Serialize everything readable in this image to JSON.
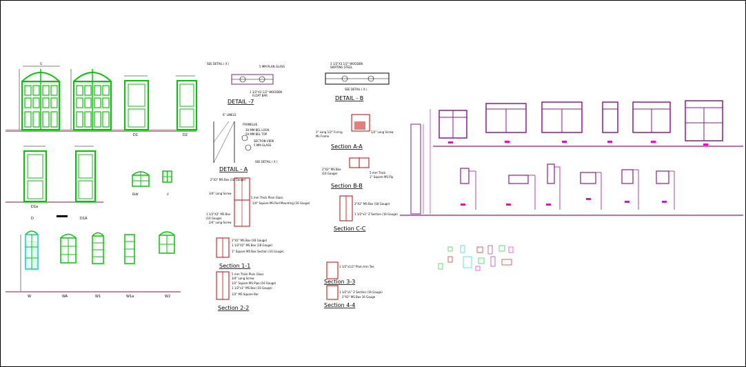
{
  "colors": {
    "frame": "#000000",
    "door_green": "#00c800",
    "window_cyan": "#00d0d0",
    "wall": "#8a1a8a",
    "section_red": "#c00000",
    "marker": "#ff00cc",
    "ground": "#7a1a2a"
  },
  "doors": {
    "top_width_dim": "G",
    "labels": [
      "D1",
      "D2",
      "D1a"
    ],
    "under_d1a": [
      "D",
      "D1A"
    ]
  },
  "small_windows": {
    "labels": [
      "BLW",
      "V"
    ]
  },
  "windows": {
    "labels": [
      "W",
      "WA",
      "W1",
      "W1a",
      "W2"
    ]
  },
  "details": {
    "detail_x_label": "SEE DETAIL ( X )",
    "detail_x_glass": "5 MM PLAN GLASS",
    "detail_x_dim": "1 1/2\"X3 1/2\" WOODEN",
    "detail_x_sub": "FLOAT BAR",
    "detail7_title": "DETAIL -7",
    "detailA_title": "DETAIL - A",
    "detailA_sub": "SEE DETAIL ( X )",
    "detailA_top": "6\" LINELS",
    "detailA_notes": [
      "FRAMELUE",
      "30 MM BEL LOOK",
      "50 MM BEL TOP",
      "SECTION VIEW",
      "5 MM GLASS"
    ],
    "detailB_title": "DETAIL - B",
    "detailB_top": "3 1/2\"X3 1/2\" WOODEN",
    "detailB_sub": "SKIRTING STEEL",
    "detailB_label": "SEE DETAIL ( X )"
  },
  "sections": {
    "sAA": {
      "title": "Section A-A",
      "notes": [
        "3\" Long 1/2\" Furing",
        "Ms Frame",
        "1/2\" Long Screw"
      ]
    },
    "sBB": {
      "title": "Section B-B",
      "notes": [
        "2\"X2\" MS Box",
        "(16 Gauge)",
        "5 mm Thick",
        "1\" Square MS Pip"
      ]
    },
    "sCC": {
      "title": "Section C-C",
      "notes": [
        "2\"X2\" MS Box (18 Gauge)",
        "1 1/2\"x1\" Z Section (16 Gauge)"
      ]
    },
    "s11": {
      "title": "Section 1-1",
      "notes": [
        "2\"X2\" MS Box (18 Gauge)",
        "1 1/2\"X2\" MS Box (18 Gauge)",
        "1\" Square MS Box Section (16 Gauge)"
      ]
    },
    "s22": {
      "title": "Section 2-2",
      "notes": [
        "5 mm Thick Plain Glass",
        "3/4\" Long Screw",
        "1/2\" Square MS Pipe (16 Gauge)",
        "1 1/2\"x1\" MS Box (16 Gauge)",
        "1/2\" MS Square Bar"
      ]
    },
    "s33": {
      "title": "Section 3-3",
      "notes": [
        "1 1/2\"x1/2\" Plain Iron Tee"
      ]
    },
    "s44": {
      "title": "Section 4-4",
      "notes": [
        "1 1/2\"x1\" Z Section (16 Gauge)",
        "2\"X2\" MS Box 16 Gauge"
      ]
    },
    "mid_left": {
      "notes": [
        "2\"X2\" MS Box (18 Gauge)",
        "5 mm Thick Plain Glass",
        "3/4\" Long Screw",
        "1 1/2\"X2\" MS Box",
        "(16 Gauge)",
        "2/4\" Long Screw",
        "1/4\" Square MS Rod Mounting (16 Gauge)"
      ]
    }
  }
}
